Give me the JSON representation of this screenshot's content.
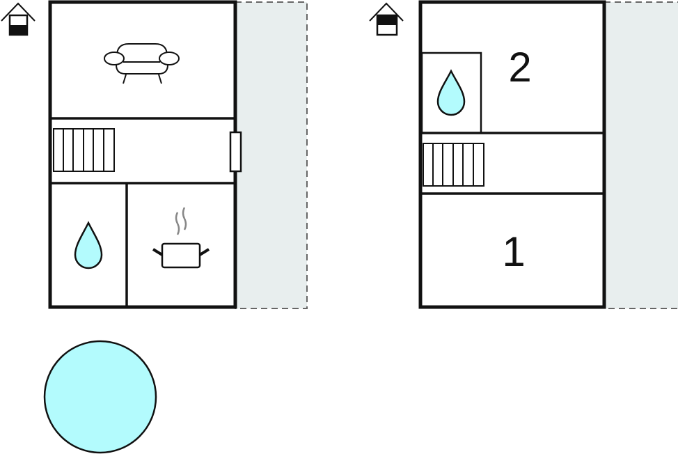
{
  "plans": [
    {
      "label": "ground-floor",
      "icons": [
        "house-ground-floor-icon",
        "sofa-icon",
        "stairs-icon",
        "door-icon",
        "water-drop-icon",
        "cooking-pot-icon",
        "pool-icon"
      ]
    },
    {
      "label": "upper-floor",
      "icons": [
        "house-upper-floor-icon",
        "water-drop-icon",
        "stairs-icon"
      ],
      "room_numbers": [
        "2",
        "1"
      ]
    }
  ],
  "colors": {
    "wall": "#111111",
    "terrace": "#e8eeee",
    "water": "#b3fbfd",
    "steam": "#888888"
  }
}
